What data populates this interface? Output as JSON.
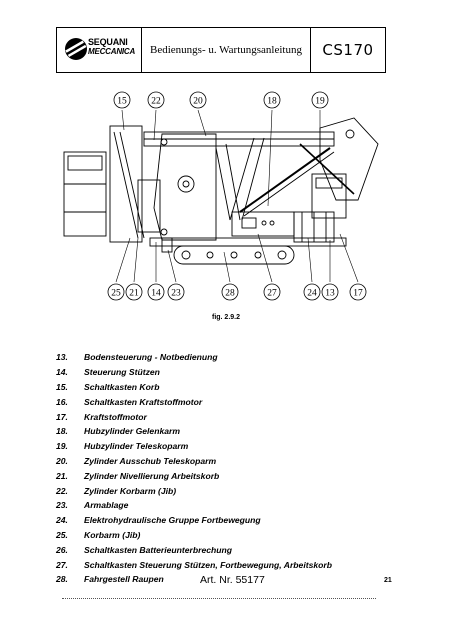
{
  "header": {
    "logo_line1": "SEQUANI",
    "logo_line2": "MECCANICA",
    "title": "Bedienungs- u. Wartungsanleitung",
    "model": "CS170"
  },
  "drawing": {
    "top_callouts": [
      "15",
      "22",
      "20",
      "18",
      "19"
    ],
    "bottom_callouts": [
      "25",
      "21",
      "14",
      "23",
      "28",
      "27",
      "24",
      "13",
      "17"
    ]
  },
  "figure_caption": "fig. 2.9.2",
  "legend": [
    {
      "num": "13.",
      "text": "Bodensteuerung - Notbedienung"
    },
    {
      "num": "14.",
      "text": "Steuerung Stützen"
    },
    {
      "num": "15.",
      "text": "Schaltkasten Korb"
    },
    {
      "num": "16.",
      "text": "Schaltkasten Kraftstoffmotor"
    },
    {
      "num": "17.",
      "text": "Kraftstoffmotor"
    },
    {
      "num": "18.",
      "text": "Hubzylinder Gelenkarm"
    },
    {
      "num": "19.",
      "text": "Hubzylinder Teleskoparm"
    },
    {
      "num": "20.",
      "text": "Zylinder Ausschub Teleskoparm"
    },
    {
      "num": "21.",
      "text": "Zylinder Nivellierung Arbeitskorb"
    },
    {
      "num": "22.",
      "text": "Zylinder Korbarm (Jib)"
    },
    {
      "num": "23.",
      "text": "Armablage"
    },
    {
      "num": "24.",
      "text": "Elektrohydraulische Gruppe Fortbewegung"
    },
    {
      "num": "25.",
      "text": "Korbarm (Jib)"
    },
    {
      "num": "26.",
      "text": "Schaltkasten Batterieunterbrechung"
    },
    {
      "num": "27.",
      "text": "Schaltkasten Steuerung Stützen, Fortbewegung, Arbeitskorb"
    },
    {
      "num": "28.",
      "text": "Fahrgestell Raupen"
    }
  ],
  "footer": {
    "art_nr": "Art. Nr. 55177",
    "page_number": "21"
  }
}
